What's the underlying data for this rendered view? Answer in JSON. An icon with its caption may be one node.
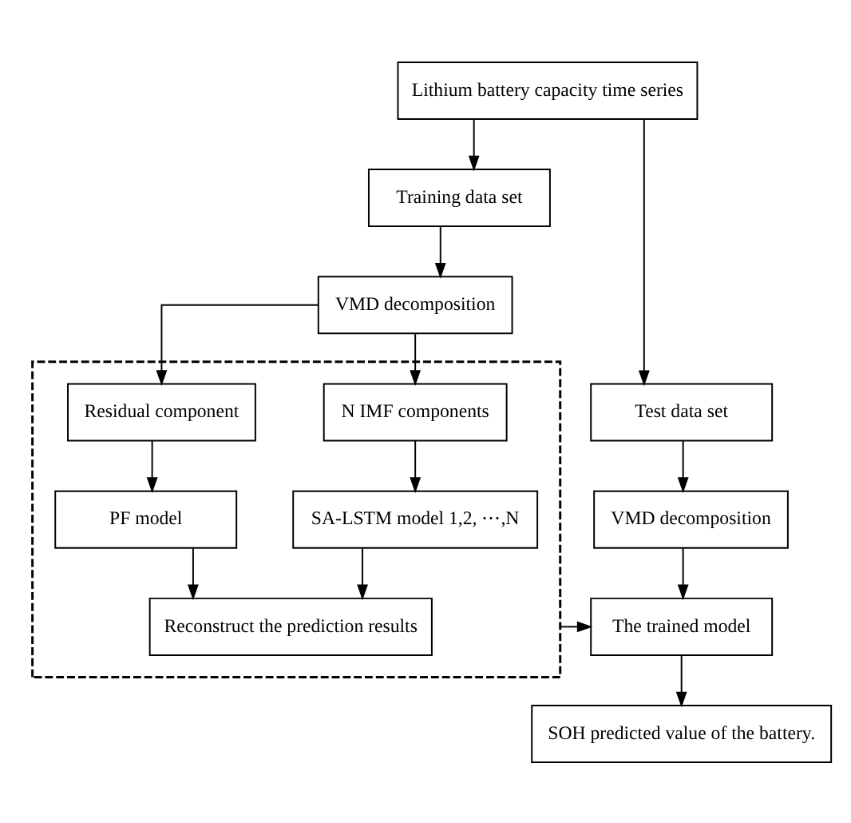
{
  "diagram": {
    "nodes": [
      {
        "text": [
          "Lithium battery capacity time series"
        ]
      },
      {
        "text": [
          "Training data set"
        ]
      },
      {
        "text": [
          "Test data set"
        ]
      },
      {
        "text": [
          "VMD decomposition"
        ]
      },
      {
        "text": [],
        "shape": "box"
      },
      {
        "text": [
          "Residual component"
        ],
        "in": 4
      },
      {
        "text": [
          "N IMF components"
        ],
        "in": 4
      },
      {
        "text": [
          "PF model"
        ],
        "in": 4
      },
      {
        "text": [
          "SA-LSTM model 1,2, ⋯,N"
        ],
        "in": 4
      },
      {
        "text": [
          "Reconstruct the prediction results"
        ],
        "in": 4
      },
      {
        "text": [
          "VMD decomposition"
        ]
      },
      {
        "text": [
          "The trained model"
        ]
      },
      {
        "text": [
          "SOH predicted value of the battery."
        ]
      }
    ],
    "edges": [
      {
        "from": 0,
        "to": 1,
        "arrow": "to"
      },
      {
        "from": 0,
        "to": 2,
        "arrow": "to"
      },
      {
        "from": 1,
        "to": 3,
        "arrow": "to"
      },
      {
        "from": 3,
        "to": 5,
        "arrow": "to"
      },
      {
        "from": 3,
        "to": 6,
        "arrow": "to"
      },
      {
        "from": 5,
        "to": 7,
        "arrow": "to"
      },
      {
        "from": 6,
        "to": 8,
        "arrow": "to"
      },
      {
        "from": 7,
        "to": 9,
        "arrow": "to"
      },
      {
        "from": 8,
        "to": 9,
        "arrow": "to"
      },
      {
        "from": 4,
        "to": 11,
        "arrow": "to"
      },
      {
        "from": 2,
        "to": 10,
        "arrow": "to"
      },
      {
        "from": 10,
        "to": 11,
        "arrow": "to"
      },
      {
        "from": 11,
        "to": 12,
        "arrow": "to"
      }
    ]
  }
}
